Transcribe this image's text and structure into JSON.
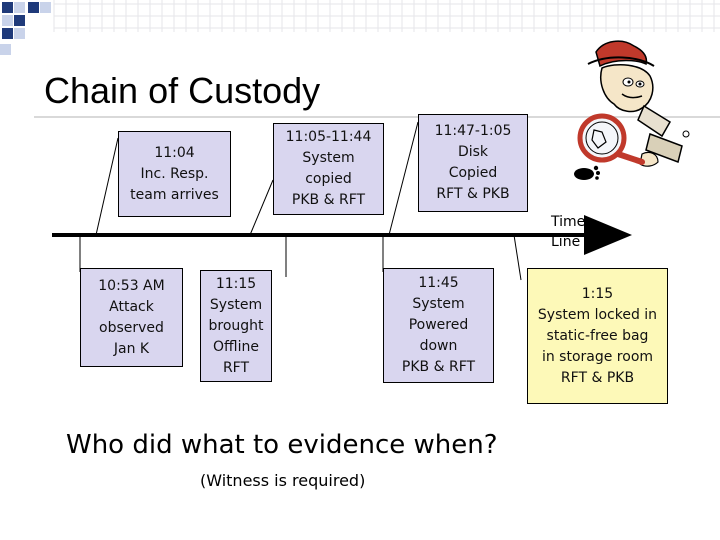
{
  "slide": {
    "title": "Chain of Custody",
    "question": "Who did what to evidence when?",
    "note": "(Witness is required)"
  },
  "timeline": {
    "axis_label": "Time\nLine"
  },
  "events_above": [
    {
      "text": "11:04\nInc. Resp.\nteam arrives"
    },
    {
      "text": "11:05-11:44\nSystem\ncopied\nPKB & RFT"
    },
    {
      "text": "11:47-1:05\nDisk\nCopied\nRFT & PKB"
    }
  ],
  "events_below": [
    {
      "text": "10:53 AM\nAttack\nobserved\nJan K"
    },
    {
      "text": "11:15\nSystem\nbrought\nOffline\nRFT"
    },
    {
      "text": "11:45\nSystem\nPowered\ndown\nPKB & RFT"
    },
    {
      "text": "1:15\nSystem locked in\nstatic-free bag\nin storage room\nRFT & PKB"
    }
  ],
  "colors": {
    "event_box": "#d9d6ef",
    "final_box": "#fdf9b8",
    "bullet_navy": "#1f3a7a",
    "bullet_pale": "#c9d3ea"
  },
  "illustration": {
    "icon": "detective-with-magnifying-glass-icon"
  }
}
